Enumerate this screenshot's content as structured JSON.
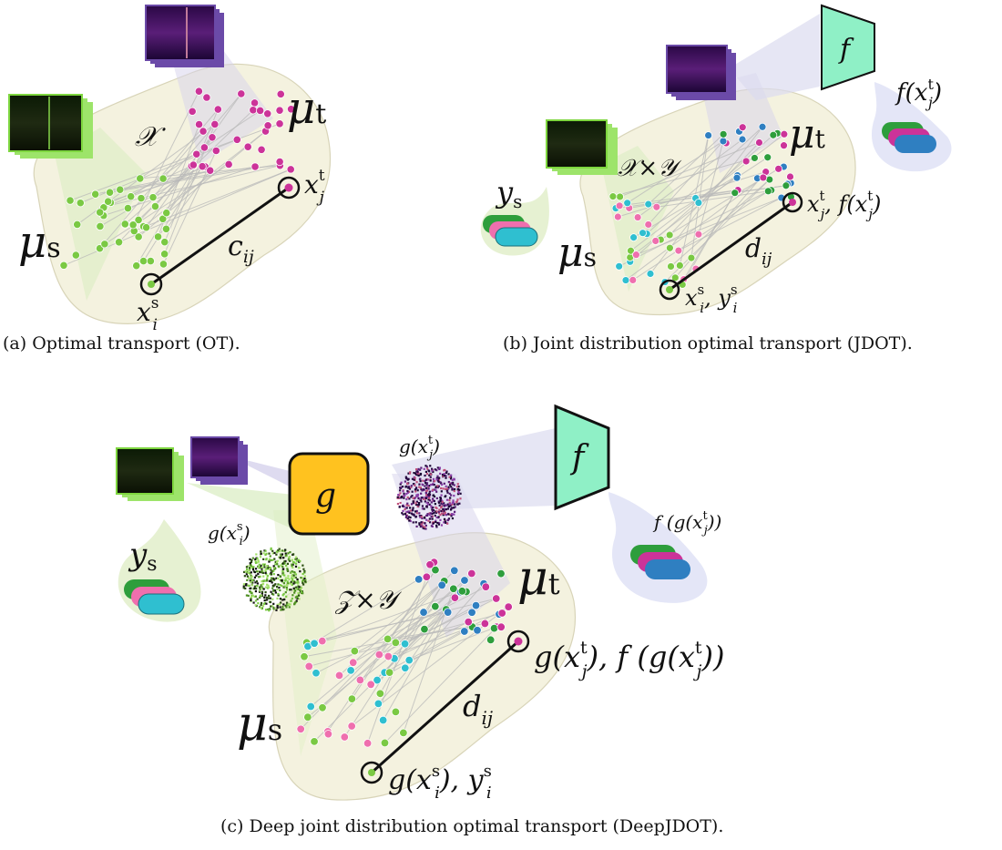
{
  "captions": {
    "a": "(a) Optimal transport (OT).",
    "b": "(b) Joint distribution optimal transport (JDOT).",
    "c": "(c) Deep joint distribution optimal transport (DeepJDOT)."
  },
  "panel_a": {
    "space": "𝒳",
    "mu_s": "μ",
    "mu_s_sub": "s",
    "mu_t": "μ",
    "mu_t_sub": "t",
    "xj": "x",
    "xj_sup": "t",
    "xj_sub": "j",
    "xi": "x",
    "xi_sup": "s",
    "xi_sub": "i",
    "cost": "c",
    "cost_sub": "ij"
  },
  "panel_b": {
    "space": "𝒳×𝒴",
    "mu_s": "μ",
    "mu_s_sub": "s",
    "mu_t": "μ",
    "mu_t_sub": "t",
    "ys": "y",
    "ys_sub": "s",
    "f": "f",
    "f_out": "f(x",
    "f_out_sup": "t",
    "f_out_sub": "j",
    "f_out_close": ")",
    "target_label": "x",
    "target_label_rest": ", f(x",
    "source_label": "x",
    "source_label_rest": ", y",
    "cost": "d",
    "cost_sub": "ij"
  },
  "panel_c": {
    "space": "𝒵×𝒴",
    "mu_s": "μ",
    "mu_s_sub": "s",
    "mu_t": "μ",
    "mu_t_sub": "t",
    "ys": "y",
    "ys_sub": "s",
    "g": "g",
    "f": "f",
    "g_xs": "g(x",
    "g_xt": "g(x",
    "f_g": "f (g(x",
    "target_label": "g(x",
    "target_label_rest": "), f (g(x",
    "source_label": "g(x",
    "source_label_rest": "), y",
    "cost": "d",
    "cost_sub": "ij"
  },
  "colors": {
    "green": "#7ac943",
    "magenta": "#cc3399",
    "pink": "#ef6fae",
    "cyan": "#2fbfd0",
    "blue": "#2f7fc1",
    "dkgreen": "#2e9e3c",
    "teal_f": "#8ff0c6",
    "gold_g": "#ffc21f",
    "blob": "#f3f0dc",
    "bubble": "#e7eefc"
  }
}
